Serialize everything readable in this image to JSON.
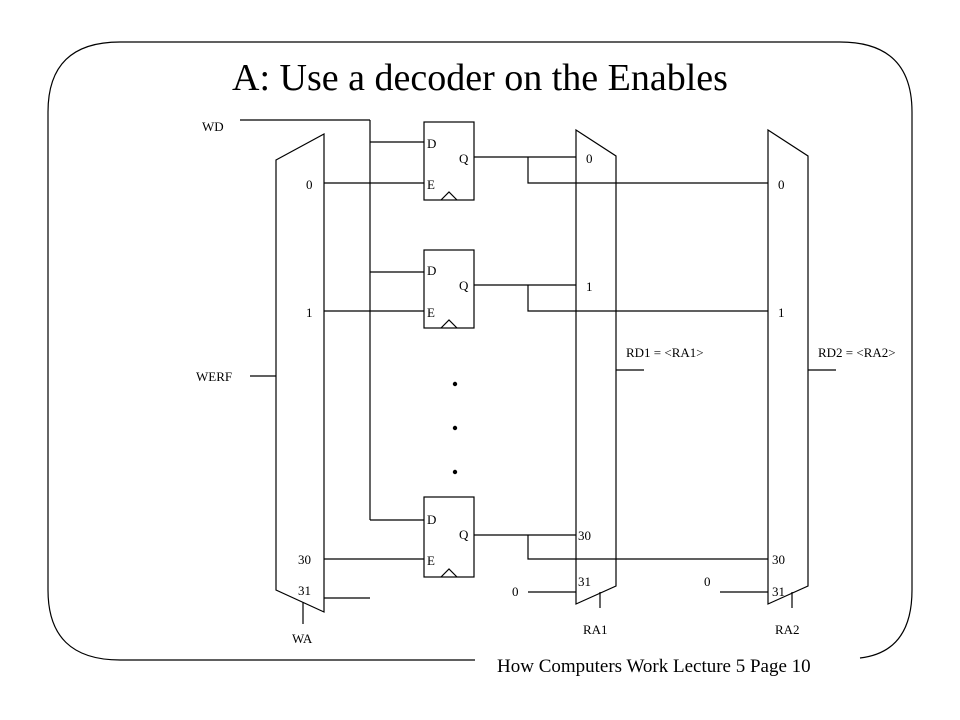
{
  "slide": {
    "title": "A: Use a decoder on the Enables",
    "footer": "How Computers Work Lecture 5 Page 10"
  },
  "decoder": {
    "wd_label": "WD",
    "werf_label": "WERF",
    "wa_label": "WA",
    "outputs": [
      "0",
      "1",
      "30",
      "31"
    ]
  },
  "flipflop": {
    "d": "D",
    "q": "Q",
    "e": "E"
  },
  "mux1": {
    "inputs": [
      "0",
      "1",
      "30",
      "31"
    ],
    "tie_label": "0",
    "select_label": "RA1",
    "output_label": "RD1 = <RA1>"
  },
  "mux2": {
    "inputs": [
      "0",
      "1",
      "30",
      "31"
    ],
    "tie_label": "0",
    "select_label": "RA2",
    "output_label": "RD2 = <RA2>"
  }
}
